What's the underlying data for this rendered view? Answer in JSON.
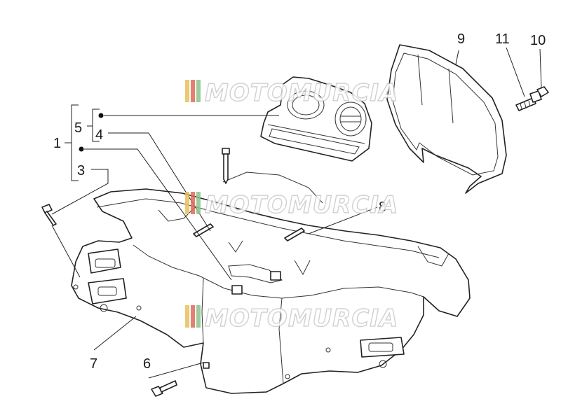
{
  "diagram": {
    "callouts": {
      "c1": "1",
      "c3": "3",
      "c4": "4",
      "c5": "5",
      "c6": "6",
      "c7": "7",
      "c8": "8",
      "c9": "9",
      "c10": "10",
      "c11": "11"
    },
    "watermark": "MOTOMURCIA",
    "colors": {
      "line": "#222222",
      "watermark_stripe_1": "#e8c15a",
      "watermark_stripe_2": "#e06a5a",
      "watermark_stripe_3": "#8bc38b",
      "watermark_outline": "#c9c9c9"
    }
  }
}
